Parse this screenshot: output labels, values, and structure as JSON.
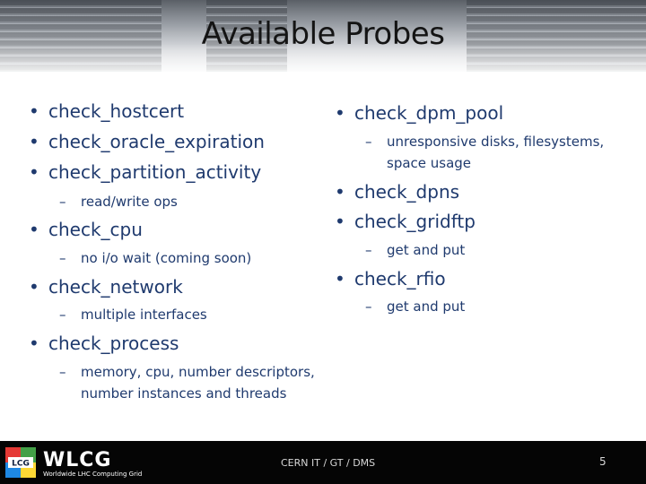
{
  "slide": {
    "title": "Available Probes"
  },
  "left_column": [
    {
      "label": "check_hostcert"
    },
    {
      "label": "check_oracle_expiration"
    },
    {
      "label": "check_partition_activity",
      "sub": [
        "read/write ops"
      ]
    },
    {
      "label": "check_cpu",
      "sub": [
        "no i/o wait (coming soon)"
      ]
    },
    {
      "label": "check_network",
      "sub": [
        "multiple interfaces"
      ]
    },
    {
      "label": "check_process",
      "sub": [
        "memory, cpu, number descriptors,",
        "number instances and threads"
      ]
    }
  ],
  "right_column": [
    {
      "label": "check_dpm_pool",
      "sub": [
        "unresponsive  disks, filesystems,",
        "space usage"
      ]
    },
    {
      "label": "check_dpns"
    },
    {
      "label": "check_gridftp",
      "sub": [
        "get and put"
      ]
    },
    {
      "label": "check_rfio",
      "sub": [
        "get and put"
      ]
    }
  ],
  "footer": {
    "logo_text": "WLCG",
    "logo_subtext": "Worldwide LHC Computing Grid",
    "logo_badge": "LCG",
    "center_text": "CERN IT / GT / DMS",
    "page_number": "5"
  },
  "colors": {
    "text": "#1f3a6e",
    "title": "#141414",
    "footer_bg": "#050505"
  }
}
